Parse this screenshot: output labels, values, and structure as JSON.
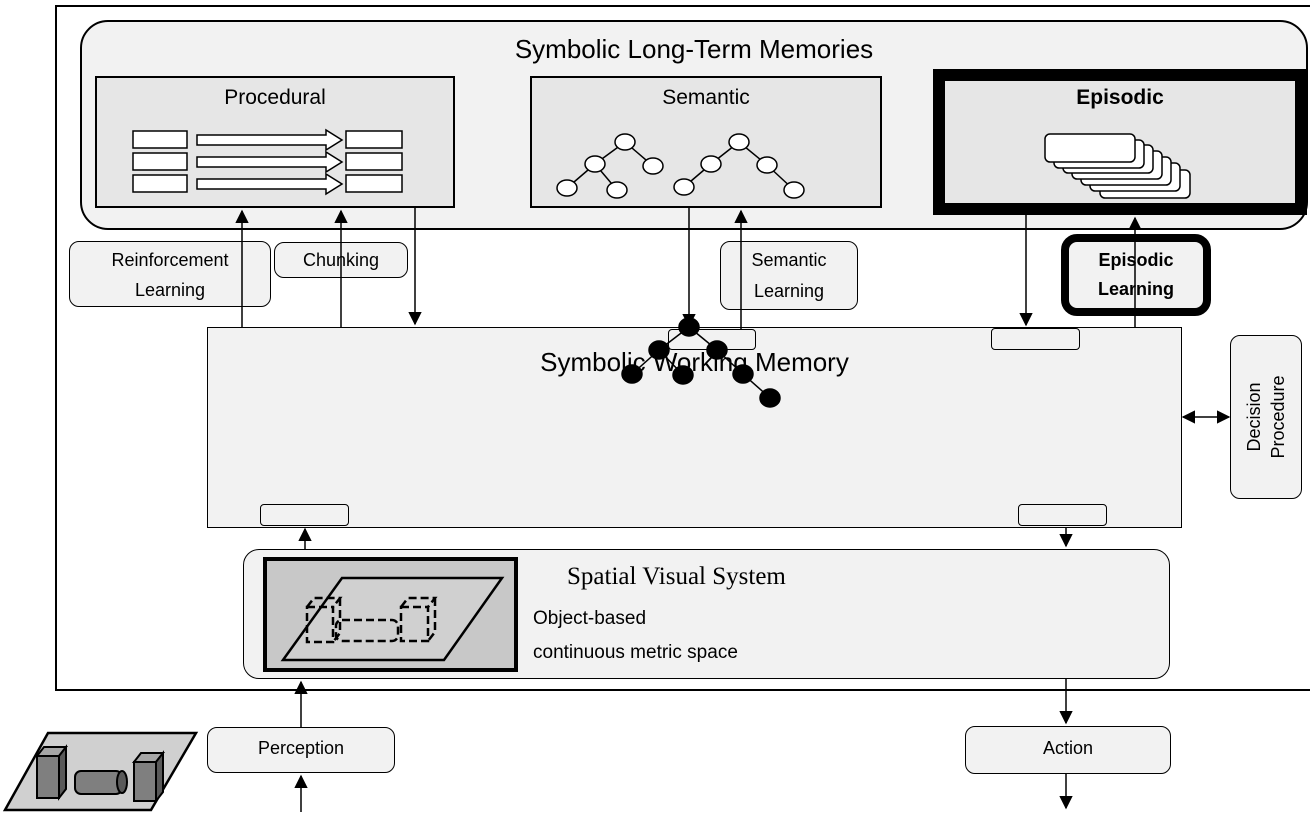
{
  "ltm": {
    "title": "Symbolic Long-Term Memories",
    "procedural": "Procedural",
    "semantic": "Semantic",
    "episodic": "Episodic"
  },
  "learning": {
    "reinforcement_line1": "Reinforcement",
    "reinforcement_line2": "Learning",
    "chunking": "Chunking",
    "semantic_line1": "Semantic",
    "semantic_line2": "Learning",
    "episodic_line1": "Episodic",
    "episodic_line2": "Learning"
  },
  "wm": {
    "title": "Symbolic Working Memory"
  },
  "decision": {
    "line1": "Decision",
    "line2": "Procedure"
  },
  "svs": {
    "title": "Spatial Visual System",
    "desc_line1": "Object-based",
    "desc_line2": "continuous metric space"
  },
  "perception": {
    "label": "Perception"
  },
  "action": {
    "label": "Action"
  },
  "colors": {
    "box_fill": "#f2f2f2",
    "inner_fill": "#e6e6e6",
    "tree_fill": "#000000",
    "svs_inner": "#c8c8c8"
  }
}
